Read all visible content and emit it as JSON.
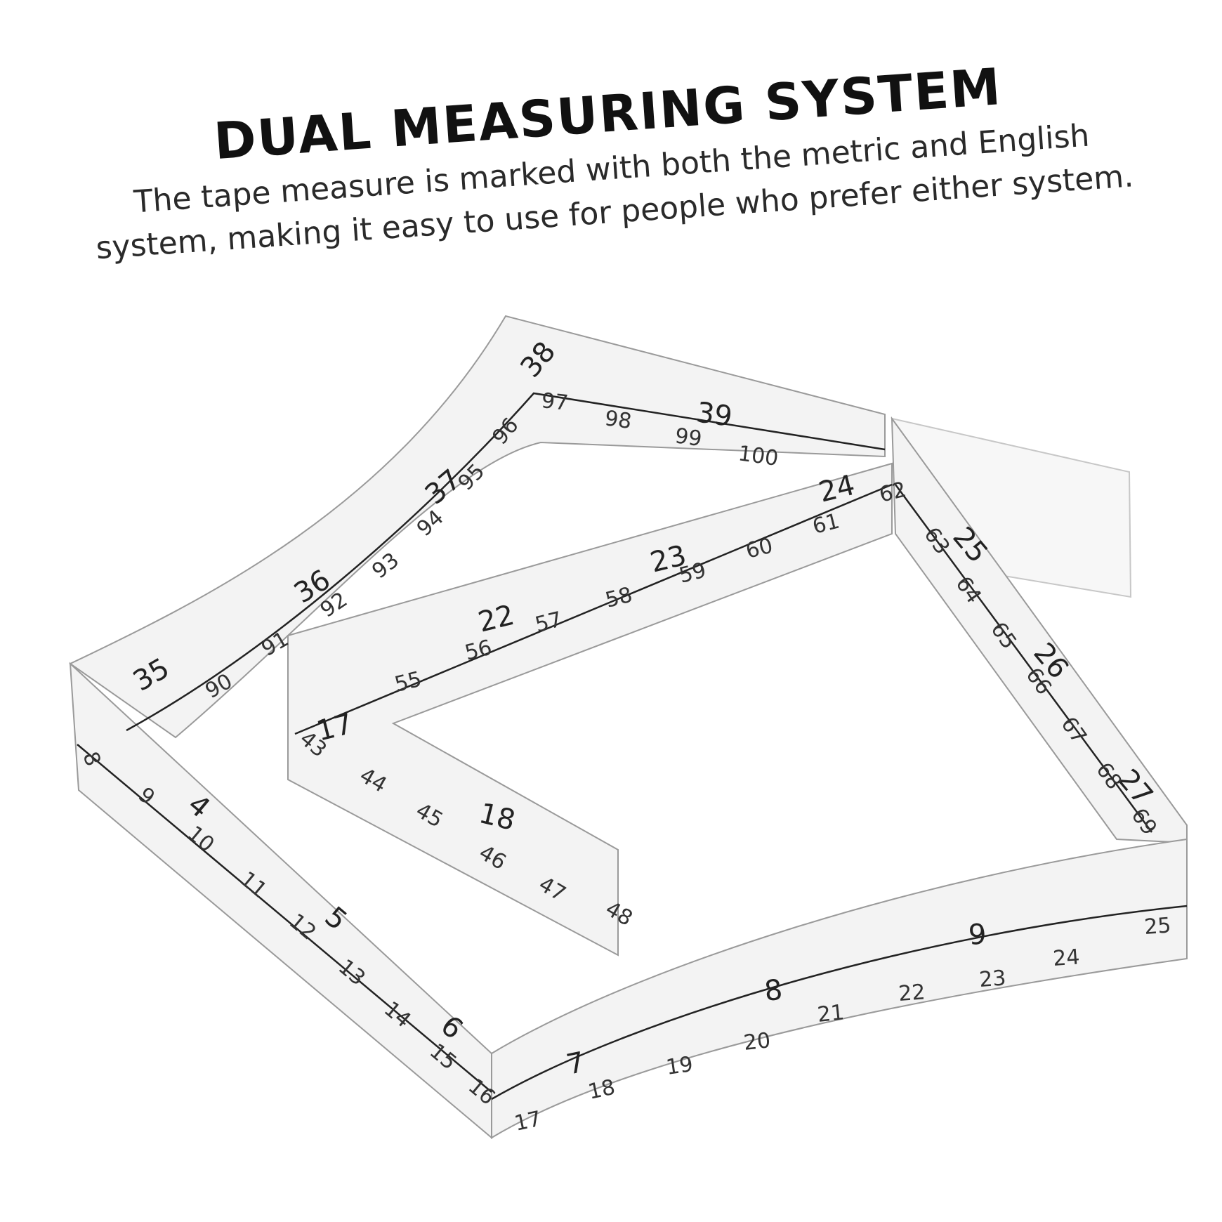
{
  "headline": "DUAL MEASURING SYSTEM",
  "description": "The tape measure is marked with both the metric and English system, making it easy to use for people who prefer either system.",
  "tape": {
    "inch_labels": [
      "35",
      "36",
      "37",
      "38",
      "39",
      "24",
      "23",
      "22",
      "17",
      "18",
      "25",
      "26",
      "27",
      "4",
      "5",
      "6",
      "7",
      "8",
      "9"
    ],
    "cm_labels": [
      "90",
      "91",
      "92",
      "93",
      "94",
      "95",
      "96",
      "97",
      "98",
      "99",
      "100",
      "62",
      "61",
      "60",
      "59",
      "58",
      "57",
      "56",
      "55",
      "43",
      "44",
      "45",
      "46",
      "47",
      "48",
      "63",
      "64",
      "65",
      "66",
      "67",
      "68",
      "69",
      "8",
      "9",
      "10",
      "11",
      "12",
      "13",
      "14",
      "15",
      "16",
      "17",
      "18",
      "19",
      "20",
      "21",
      "22",
      "23",
      "24",
      "25"
    ]
  },
  "colors": {
    "tape": "#f3f3f3",
    "ink": "#222222",
    "background": "#ffffff"
  }
}
